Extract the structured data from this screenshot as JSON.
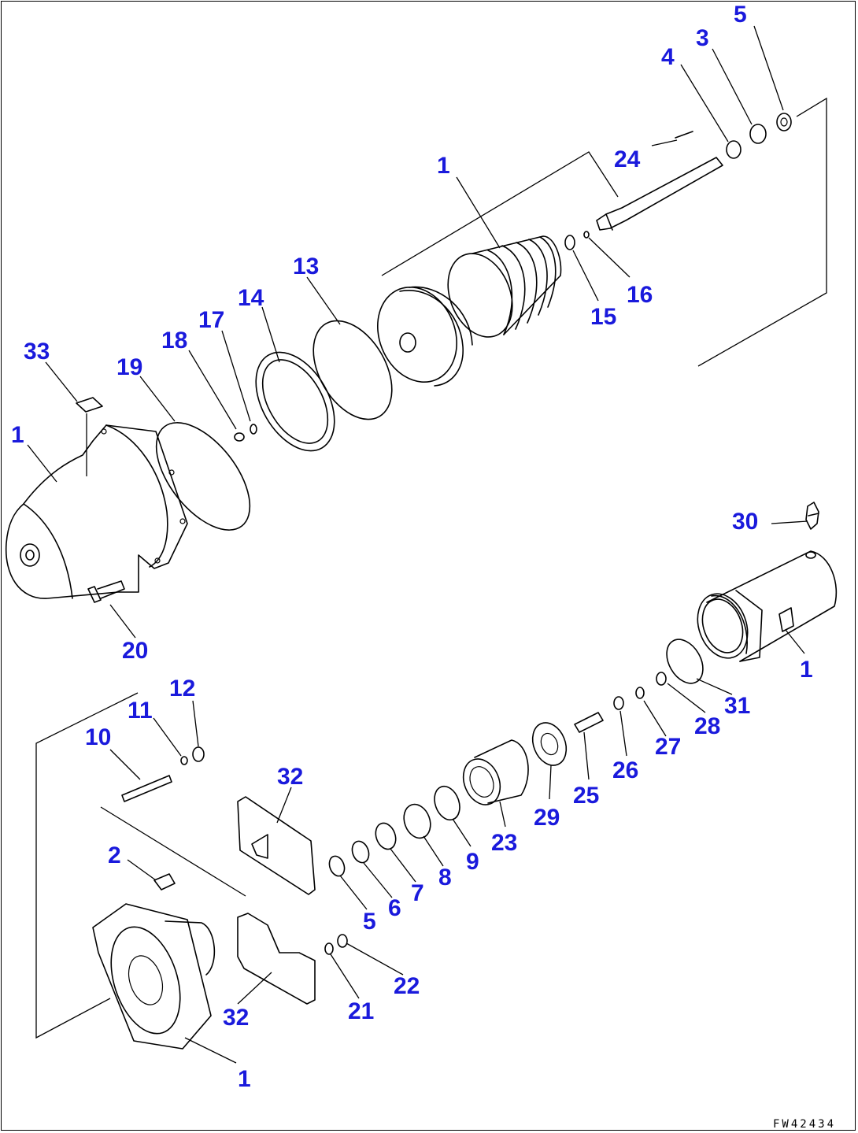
{
  "figure_code": "FW42434",
  "callout_color": "#1a1adc",
  "callouts": [
    {
      "id": "c5a",
      "label": "5"
    },
    {
      "id": "c3",
      "label": "3"
    },
    {
      "id": "c4",
      "label": "4"
    },
    {
      "id": "c24",
      "label": "24"
    },
    {
      "id": "c1a",
      "label": "1"
    },
    {
      "id": "c13",
      "label": "13"
    },
    {
      "id": "c16",
      "label": "16"
    },
    {
      "id": "c15",
      "label": "15"
    },
    {
      "id": "c14",
      "label": "14"
    },
    {
      "id": "c17",
      "label": "17"
    },
    {
      "id": "c18",
      "label": "18"
    },
    {
      "id": "c33",
      "label": "33"
    },
    {
      "id": "c19",
      "label": "19"
    },
    {
      "id": "c1b",
      "label": "1"
    },
    {
      "id": "c30",
      "label": "30"
    },
    {
      "id": "c20",
      "label": "20"
    },
    {
      "id": "c1c",
      "label": "1"
    },
    {
      "id": "c12",
      "label": "12"
    },
    {
      "id": "c11",
      "label": "11"
    },
    {
      "id": "c31",
      "label": "31"
    },
    {
      "id": "c10",
      "label": "10"
    },
    {
      "id": "c28",
      "label": "28"
    },
    {
      "id": "c27",
      "label": "27"
    },
    {
      "id": "c32a",
      "label": "32"
    },
    {
      "id": "c26",
      "label": "26"
    },
    {
      "id": "c25",
      "label": "25"
    },
    {
      "id": "c29",
      "label": "29"
    },
    {
      "id": "c23",
      "label": "23"
    },
    {
      "id": "c9",
      "label": "9"
    },
    {
      "id": "c2",
      "label": "2"
    },
    {
      "id": "c8",
      "label": "8"
    },
    {
      "id": "c7",
      "label": "7"
    },
    {
      "id": "c6",
      "label": "6"
    },
    {
      "id": "c5b",
      "label": "5"
    },
    {
      "id": "c22",
      "label": "22"
    },
    {
      "id": "c21",
      "label": "21"
    },
    {
      "id": "c32b",
      "label": "32"
    },
    {
      "id": "c1d",
      "label": "1"
    }
  ]
}
